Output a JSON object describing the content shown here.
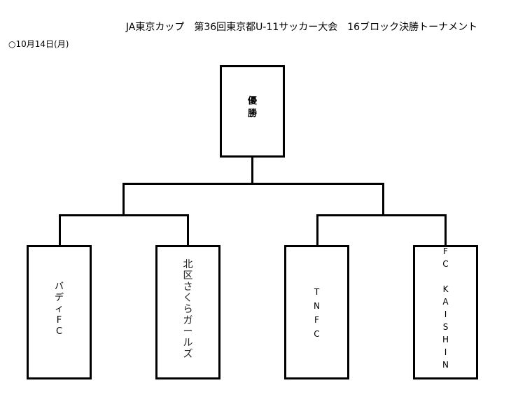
{
  "header": {
    "title": "JA東京カップ　第36回東京都U-11サッカー大会　16ブロック決勝トーナメント",
    "date": "○10月14日(月)"
  },
  "champion": {
    "label": "優勝"
  },
  "teams": [
    {
      "name": "バディFC",
      "chars": [
        "バ",
        "デ",
        "ィ",
        "F",
        "C"
      ]
    },
    {
      "name": "北区さくらガールズ",
      "chars": [
        "北",
        "区",
        "さ",
        "く",
        "ら",
        "ガ",
        "ー",
        "ル",
        "ズ"
      ]
    },
    {
      "name": "TNFC",
      "chars": [
        "T",
        "N",
        "F",
        "C"
      ]
    },
    {
      "name": "FC KAISHIN",
      "chars": [
        "F",
        "C",
        "",
        "K",
        "A",
        "I",
        "S",
        "H",
        "I",
        "N"
      ]
    }
  ],
  "colors": {
    "line": "#000000",
    "background": "#ffffff"
  }
}
